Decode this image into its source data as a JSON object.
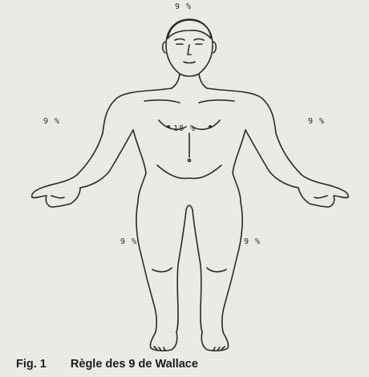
{
  "labels": {
    "head": "9 %",
    "right_arm": "9 %",
    "left_arm": "9 %",
    "trunk": "18 %",
    "right_leg": "9 %",
    "left_leg": "9 %"
  },
  "caption": {
    "figure_number": "Fig. 1",
    "text": "Règle des 9 de Wallace"
  }
}
